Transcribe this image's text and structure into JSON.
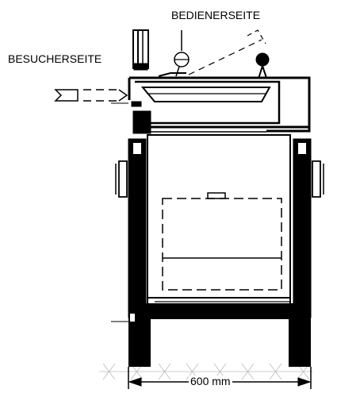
{
  "labels": {
    "operator_side": "BEDIENERSEITE",
    "visitor_side": "BESUCHERSEITE",
    "width_dimension": "600 mm"
  }
}
